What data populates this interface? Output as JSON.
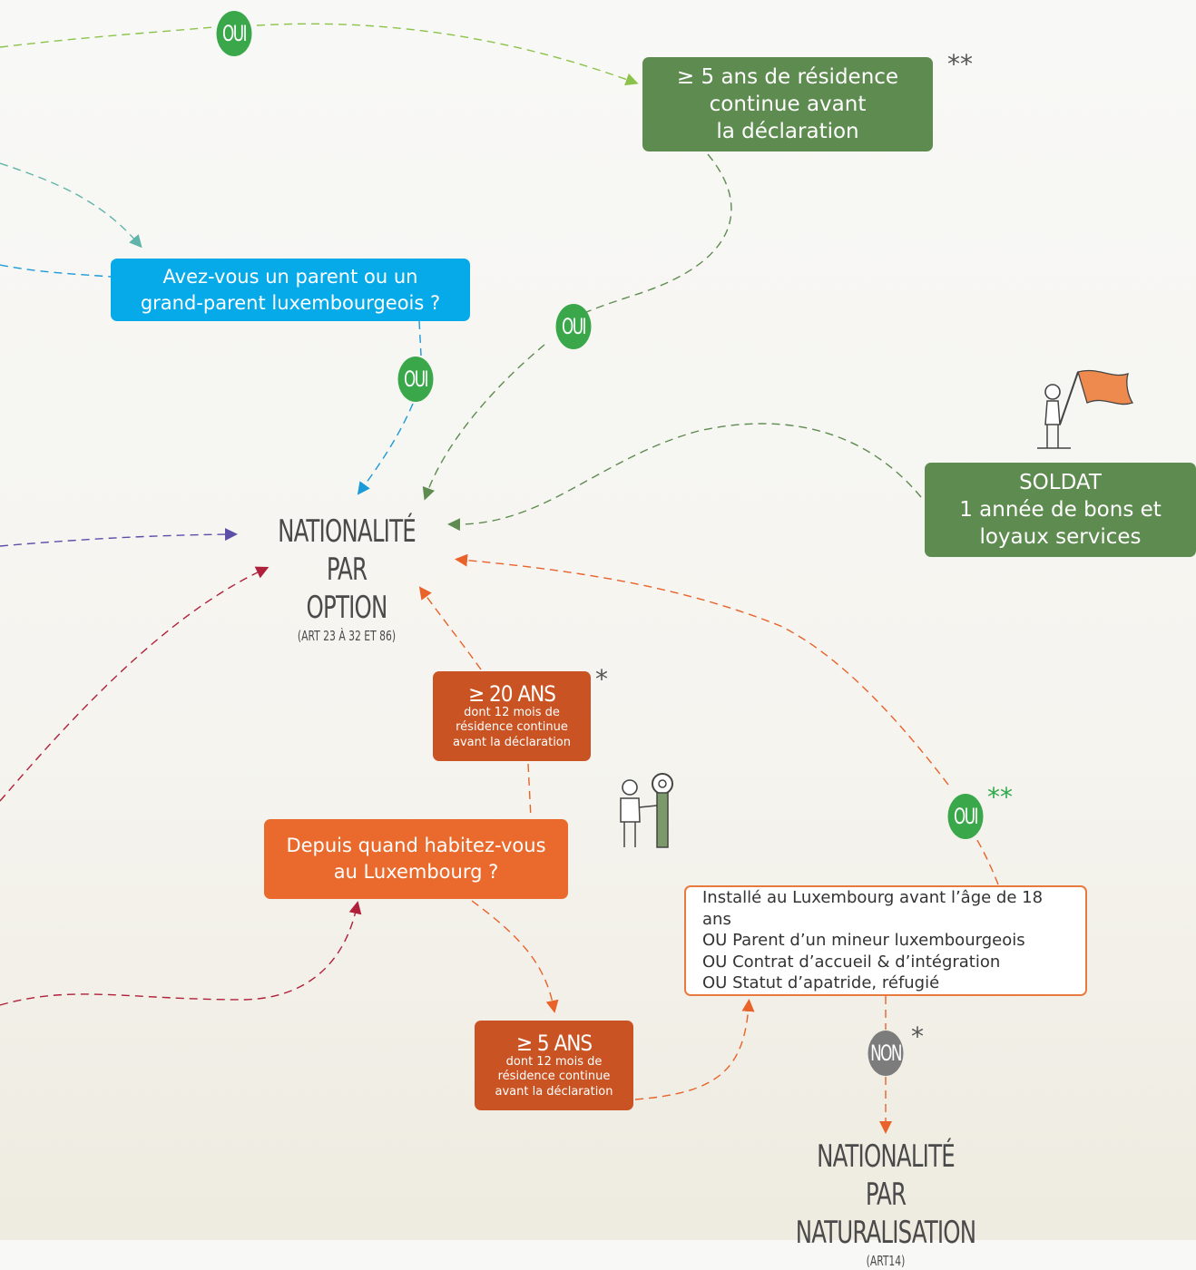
{
  "boxes": {
    "residence5_title": "≥ 5 ans de résidence\ncontinue avant\nla déclaration",
    "parent_question": "Avez-vous un parent ou un\ngrand-parent luxembourgeois ?",
    "soldat": "SOLDAT\n1 année de bons et\nloyaux services",
    "ans20_title": "≥ 20 ANS",
    "ans20_sub": "dont 12 mois de\nrésidence continue\navant la déclaration",
    "depuis_question": "Depuis quand habitez-vous\nau Luxembourg ?",
    "ans5_title": "≥ 5 ANS",
    "ans5_sub": "dont 12 mois de\nrésidence continue\navant la déclaration",
    "conditions": [
      "Installé au Luxembourg avant l’âge de 18 ans",
      "OU Parent d’un mineur luxembourgeois",
      "OU Contrat d’accueil & d’intégration",
      "OU Statut d’apatride, réfugié"
    ]
  },
  "badges": {
    "yes": "OUI",
    "no": "NON"
  },
  "stars": {
    "double": "**",
    "single": "*"
  },
  "headings": {
    "option_title": "NATIONALITÉ PAR\nOPTION",
    "option_ref": "(ART 23 À 32 ET 86)",
    "naturalisation_title": "NATIONALITÉ\nPAR NATURALISATION",
    "naturalisation_ref": "(ART14)"
  },
  "colors": {
    "green": "#5e8b4f",
    "blue": "#06aae9",
    "orange": "#ea6a2d",
    "rust": "#c95322",
    "badge_green": "#3aa84a",
    "badge_grey": "#7c7c7c"
  }
}
